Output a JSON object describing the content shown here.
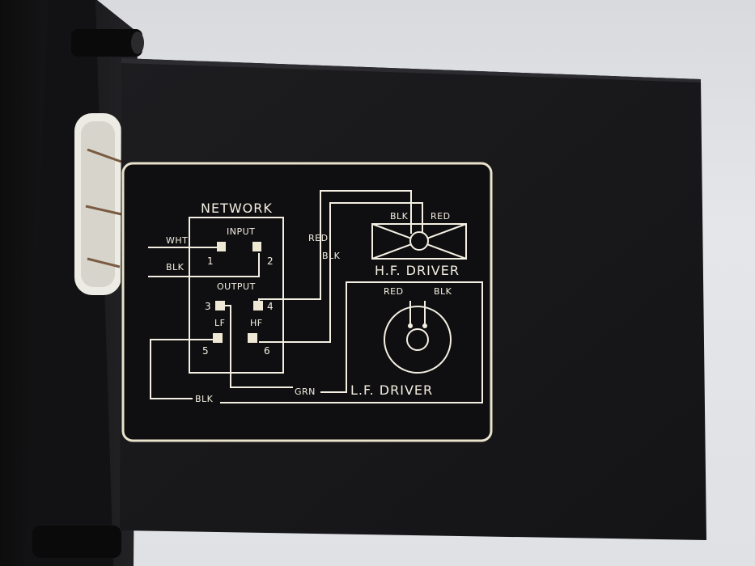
{
  "plate": {
    "title": "NETWORK",
    "input_label": "INPUT",
    "output_label": "OUTPUT",
    "wht": "WHT",
    "blk_input": "BLK",
    "t1": "1",
    "t2": "2",
    "t3": "3",
    "t4": "4",
    "t5": "5",
    "t6": "6",
    "lf": "LF",
    "hf": "HF",
    "red_hf_wire": "RED",
    "blk_hf_wire": "BLK",
    "hf_blk": "BLK",
    "hf_red": "RED",
    "hf_driver": "H.F. DRIVER",
    "lf_red": "RED",
    "lf_blk": "BLK",
    "lf_driver": "L.F. DRIVER",
    "grn": "GRN",
    "blk_bottom": "BLK"
  },
  "colors": {
    "panel": "#1b1b1d",
    "plate": "#101012",
    "ink": "#f4efe2",
    "backdrop": "#dfe1e5"
  }
}
